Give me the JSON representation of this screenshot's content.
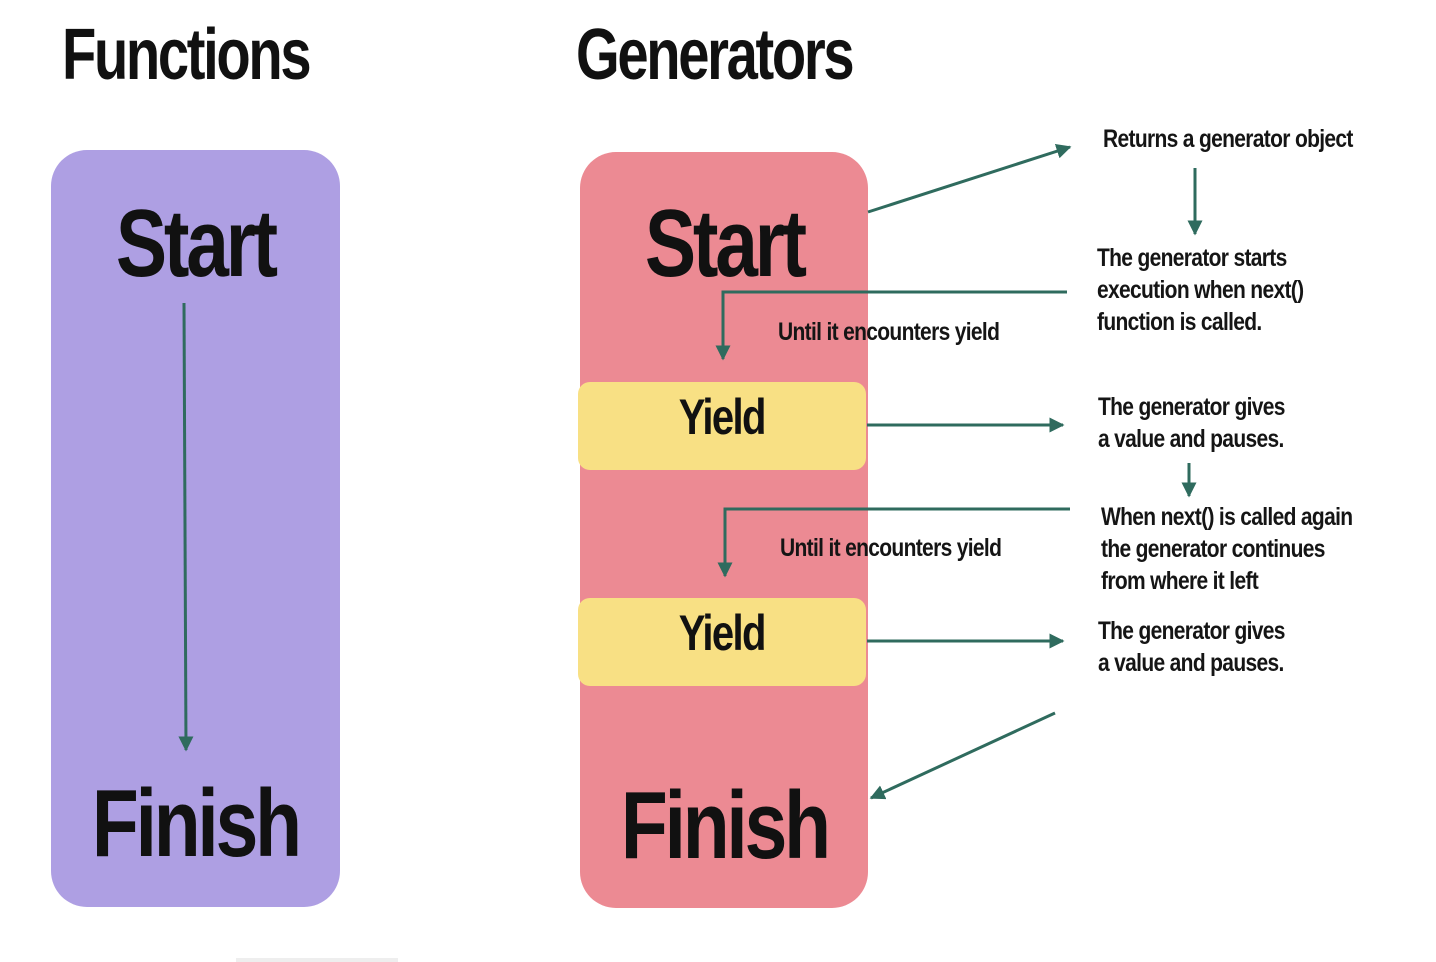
{
  "functions": {
    "title": "Functions",
    "start": "Start",
    "finish": "Finish"
  },
  "generators": {
    "title": "Generators",
    "start": "Start",
    "yield_1": "Yield",
    "yield_2": "Yield",
    "finish": "Finish",
    "until_1": "Until it encounters yield",
    "until_2": "Until it encounters yield"
  },
  "notes": {
    "returns": "Returns a generator object",
    "starts": [
      "The generator starts",
      "execution when next()",
      "function is called."
    ],
    "gives_1": [
      "The generator gives",
      "a value and pauses."
    ],
    "continues": [
      "When next() is called again",
      "the generator continues",
      "from where it left"
    ],
    "gives_2": [
      "The generator gives",
      "a value and pauses."
    ]
  },
  "colors": {
    "functions_panel": "#AE9FE3",
    "generators_panel": "#EC8A93",
    "yield_box": "#F8E084",
    "arrow": "#2F6B5E",
    "text": "#111111"
  }
}
